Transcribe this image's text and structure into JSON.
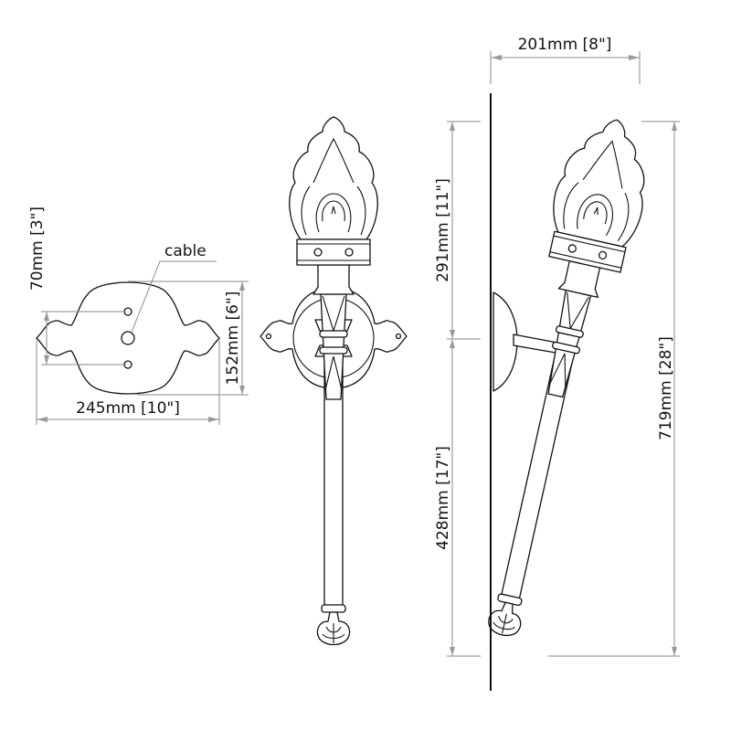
{
  "dimensions": {
    "mount_width": "201mm [8\"]",
    "upper_height": "291mm [11\"]",
    "lower_height": "428mm [17\"]",
    "total_height": "719mm [28\"]",
    "hole_spacing": "70mm [3\"]",
    "plate_height": "152mm [6\"]",
    "plate_width": "245mm [10\"]"
  },
  "labels": {
    "cable": "cable"
  }
}
